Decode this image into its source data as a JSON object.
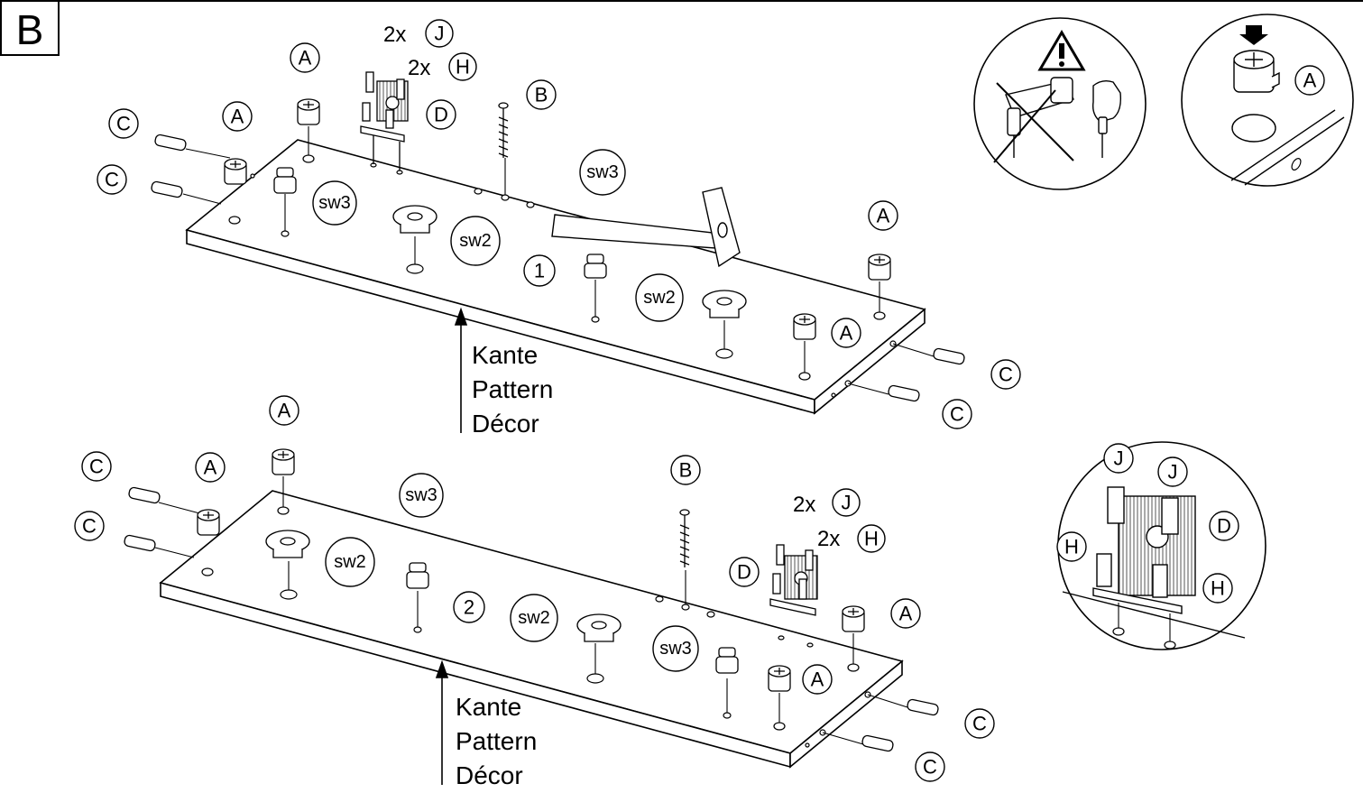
{
  "step": "B",
  "parts": {
    "A": "A",
    "B": "B",
    "C": "C",
    "D": "D",
    "H": "H",
    "J": "J"
  },
  "quantities": {
    "J": "2x",
    "H": "2x"
  },
  "sw": {
    "sw2": "sw2",
    "sw3": "sw3"
  },
  "panels": [
    {
      "number": "1"
    },
    {
      "number": "2"
    }
  ],
  "edge_label": [
    "Kante",
    "Pattern",
    "Décor"
  ],
  "warning_icon": "warning-triangle-icon",
  "colors": {
    "line": "#000000",
    "fill": "#ffffff",
    "hatch": "#555555"
  }
}
